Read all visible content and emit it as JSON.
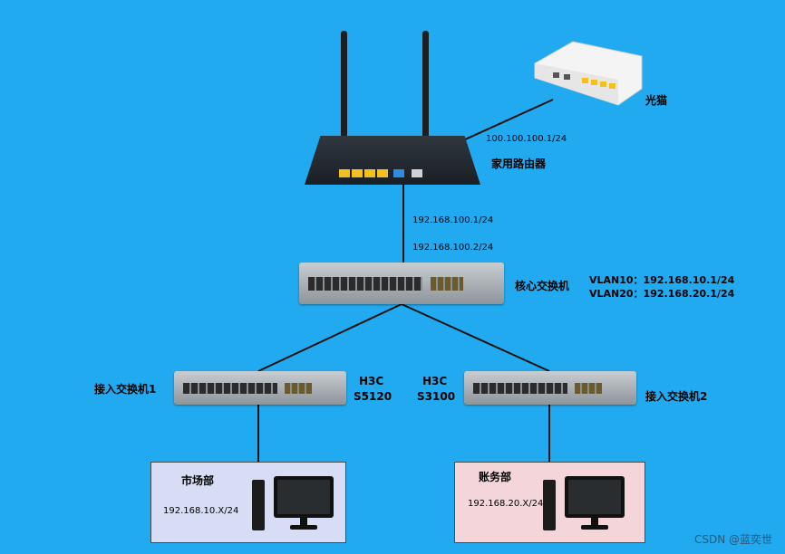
{
  "labels": {
    "modem": "光猫",
    "home_router": "家用路由器",
    "core_switch": "核心交换机",
    "access_switch_1": "接入交换机1",
    "access_switch_2": "接入交换机2",
    "model_1_brand": "H3C",
    "model_1_name": "S5120",
    "model_2_brand": "H3C",
    "model_2_name": "S3100",
    "dept_marketing": "市场部",
    "dept_accounting": "账务部"
  },
  "ips": {
    "router_wan": "100.100.100.1/24",
    "router_lan": "192.168.100.1/24",
    "core_uplink": "192.168.100.2/24",
    "vlan10": "VLAN10：192.168.10.1/24",
    "vlan20": "VLAN20：192.168.20.1/24",
    "marketing_net": "192.168.10.X/24",
    "accounting_net": "192.168.20.X/24"
  },
  "colors": {
    "background": "#22aaf0",
    "marketing_box": "#d6ddf4",
    "accounting_box": "#f4d6da",
    "router_port": "#f2c01f"
  },
  "watermark": "CSDN @蓝奕世"
}
